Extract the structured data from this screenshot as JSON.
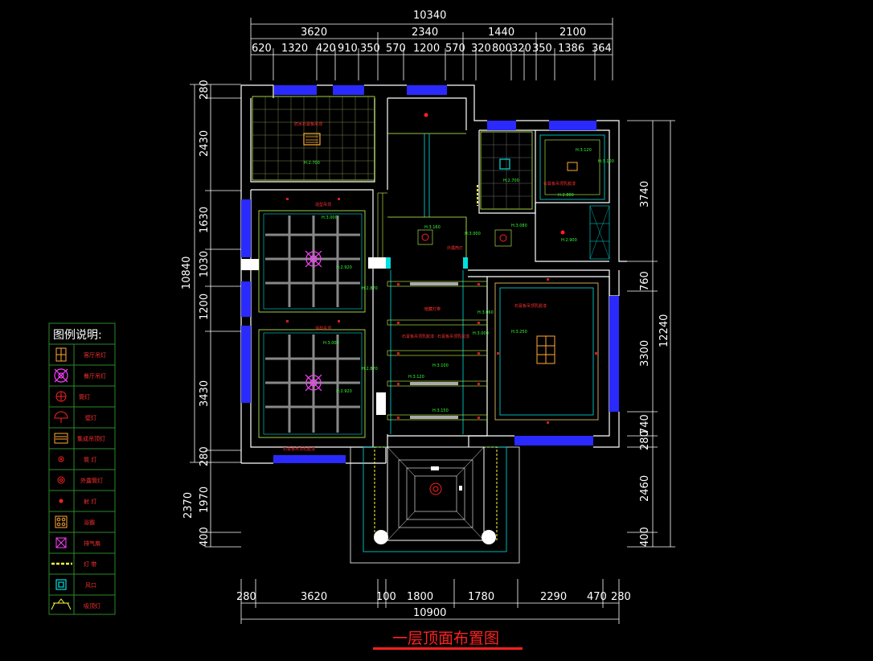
{
  "drawing": {
    "title": "一层顶面布置图",
    "total_width_top": "10340",
    "total_width_bottom": "10900",
    "total_height_left": "10840",
    "total_height_right": "12240"
  },
  "dims_top_row1": [
    "3620",
    "2340",
    "1440",
    "2100"
  ],
  "dims_top_row2": [
    "620",
    "1320",
    "420",
    "910",
    "350",
    "570",
    "1200",
    "570",
    "320",
    "800",
    "320",
    "350",
    "1386",
    "364"
  ],
  "dims_bottom": [
    "280",
    "3620",
    "100",
    "1800",
    "1780",
    "2290",
    "470",
    "280"
  ],
  "dims_left_outer": [
    "280",
    "2430",
    "1630",
    "1030",
    "1200",
    "3430",
    "280",
    "1970",
    "400"
  ],
  "dims_left_inner": [
    "2370"
  ],
  "dims_right": [
    "3740",
    "760",
    "3300",
    "740",
    "280",
    "2460",
    "400"
  ],
  "room_notes": {
    "kitchen": "防水石膏板吊顶",
    "living": "造型吊顶",
    "dining": "造型吊顶",
    "bedroom_top": "石膏板吊顶乳胶漆",
    "corridor_a": "石膏板吊顶乳胶漆",
    "corridor_b": "石膏板吊顶乳胶漆",
    "right_room": "石膏板吊顶乳胶漆",
    "dining_bottom": "石膏板吊顶乳胶漆",
    "entry": "外露筒灯",
    "passage": "暗藏灯带"
  },
  "heights": [
    "H:2.700",
    "H:3.000",
    "H:2.920",
    "H:2.870",
    "H:2.700",
    "H:3.000",
    "H:2.920",
    "H:2.870",
    "H:3.160",
    "H:3.000",
    "H:3.080",
    "H:2.700",
    "H:3.120",
    "H:3.100",
    "H:2.880",
    "H:2.900",
    "H:3.060",
    "H:3.250",
    "H:3.000",
    "H:3.100",
    "H:3.120",
    "H:3.150"
  ],
  "legend": {
    "title": "图例说明:",
    "items": [
      {
        "icon": "grid-light-icon",
        "label": "客厅吊灯"
      },
      {
        "icon": "ornament-light-icon",
        "label": "餐厅吊灯"
      },
      {
        "icon": "recessed-spot-icon",
        "label": "筒灯"
      },
      {
        "icon": "wall-lamp-icon",
        "label": "壁灯"
      },
      {
        "icon": "ceiling-panel-icon",
        "label": "集成吊顶灯"
      },
      {
        "icon": "down-light-icon",
        "label": "筒  灯"
      },
      {
        "icon": "outdoor-light-icon",
        "label": "外露筒灯"
      },
      {
        "icon": "spot-light-icon",
        "label": "射  灯"
      },
      {
        "icon": "bath-heater-icon",
        "label": "浴霸"
      },
      {
        "icon": "exhaust-fan-icon",
        "label": "排气扇"
      },
      {
        "icon": "light-strip-icon",
        "label": "灯  带"
      },
      {
        "icon": "vent-icon",
        "label": "风口"
      },
      {
        "icon": "track-light-icon",
        "label": "吸顶灯"
      }
    ]
  },
  "colors": {
    "background": "#000000",
    "wall": "#ffffff",
    "window": "#2020ff",
    "ceiling_line": "#c8ff50",
    "cyan": "#00e0e0",
    "red": "#ff2020",
    "magenta": "#ff40ff",
    "green": "#33ff33",
    "yellow": "#ffff40"
  }
}
